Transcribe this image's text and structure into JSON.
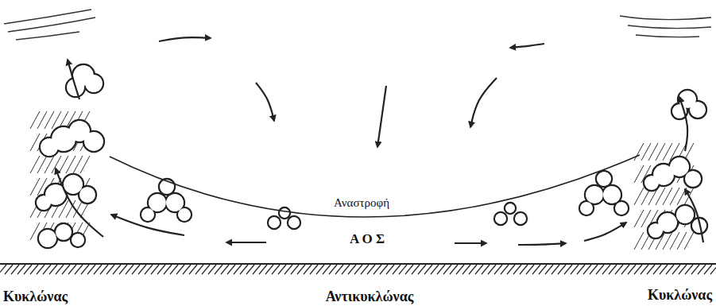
{
  "diagram": {
    "labels": [
      "Κυκλώνας",
      "Αντικυκλώνας",
      "Κυκλώνας",
      "Αναστροφή",
      "Α Ο Σ"
    ]
  }
}
